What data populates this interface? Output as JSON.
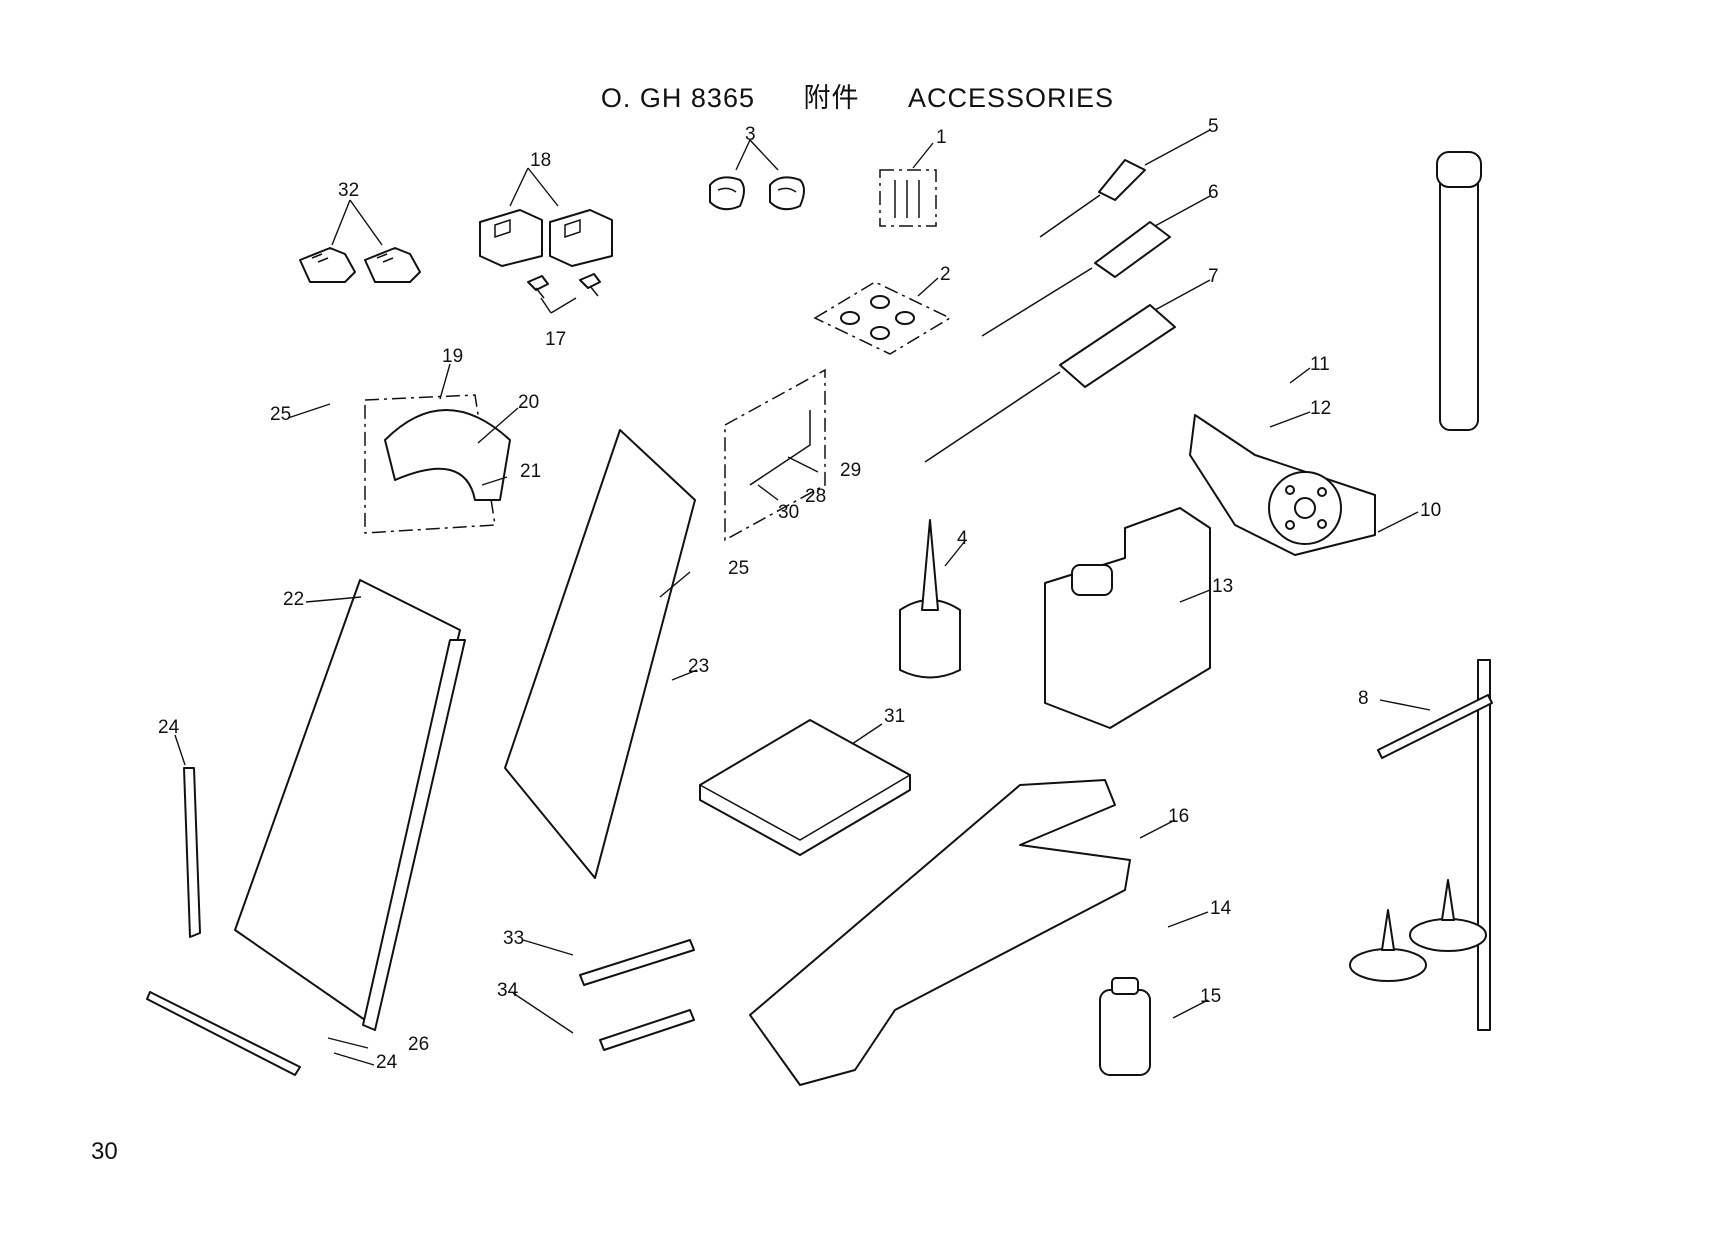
{
  "header": {
    "code": "O.  GH 8365",
    "title_cn": "附件",
    "title_en": "ACCESSORIES"
  },
  "page_number": "30",
  "callouts": [
    "1",
    "2",
    "3",
    "4",
    "5",
    "6",
    "7",
    "8",
    "10",
    "11",
    "12",
    "13",
    "14",
    "15",
    "16",
    "17",
    "18",
    "19",
    "20",
    "21",
    "22",
    "23",
    "24",
    "24",
    "25",
    "25",
    "26",
    "28",
    "29",
    "30",
    "31",
    "32",
    "33",
    "34"
  ]
}
